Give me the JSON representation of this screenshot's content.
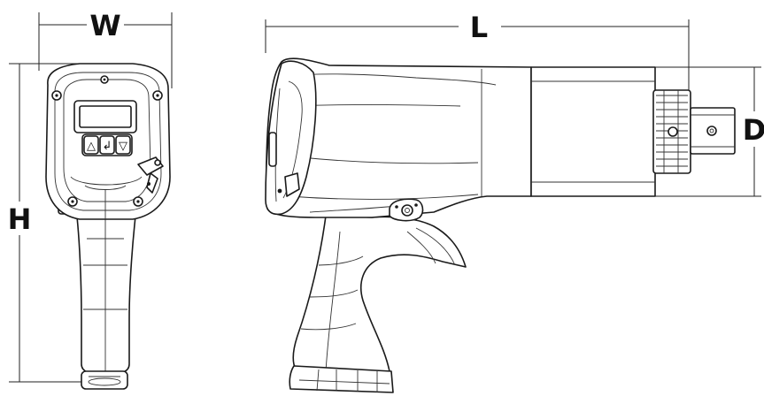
{
  "dimensions": {
    "width": "W",
    "height": "H",
    "length": "L",
    "drive": "D"
  },
  "keypad": {
    "up": "△",
    "enter": "↲",
    "down": "▽"
  },
  "colors": {
    "line": "#1a1a1a",
    "background": "#ffffff"
  }
}
